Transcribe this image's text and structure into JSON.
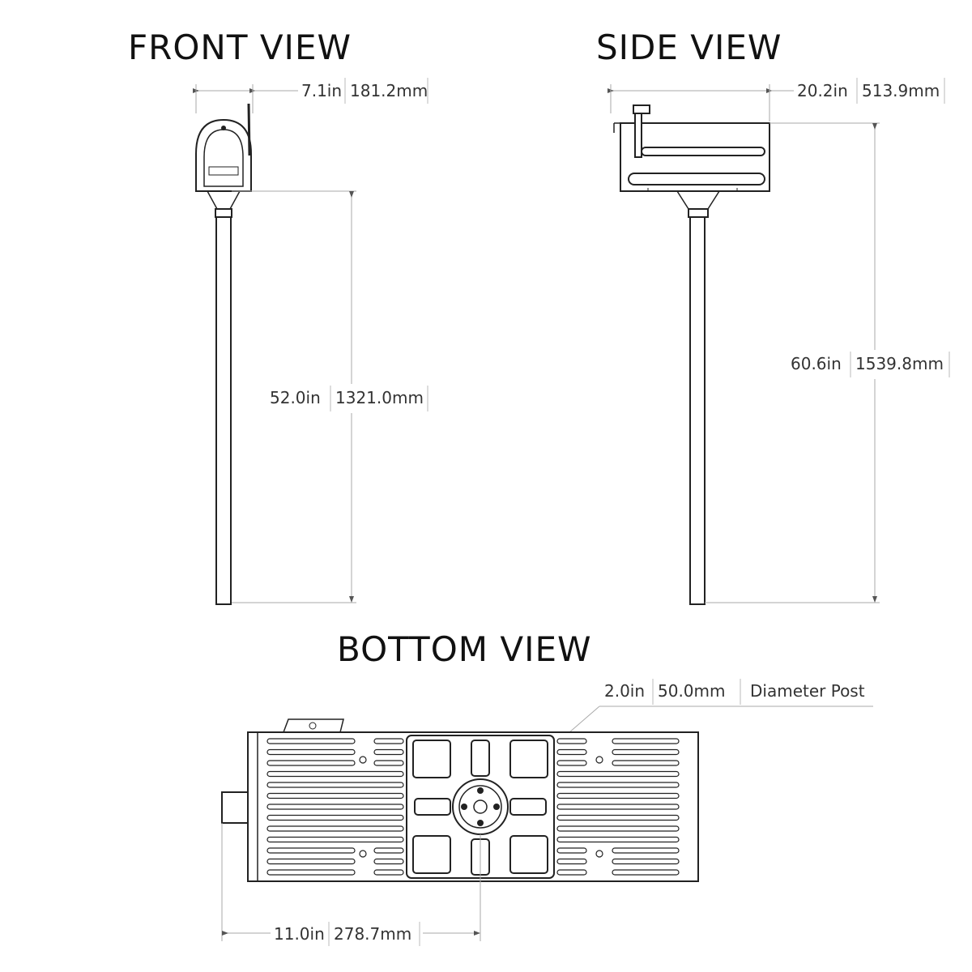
{
  "views": {
    "front": {
      "title": "FRONT VIEW",
      "width": {
        "in": "7.1in",
        "mm": "181.2mm"
      },
      "height": {
        "in": "52.0in",
        "mm": "1321.0mm"
      }
    },
    "side": {
      "title": "SIDE VIEW",
      "length": {
        "in": "20.2in",
        "mm": "513.9mm"
      },
      "height": {
        "in": "60.6in",
        "mm": "1539.8mm"
      }
    },
    "bottom": {
      "title": "BOTTOM VIEW",
      "post": {
        "in": "2.0in",
        "mm": "50.0mm",
        "label": "Diameter Post"
      },
      "offset": {
        "in": "11.0in",
        "mm": "278.7mm"
      }
    }
  },
  "colors": {
    "line": "#222222",
    "dimension_line": "#aaaaaa",
    "text": "#111111"
  }
}
